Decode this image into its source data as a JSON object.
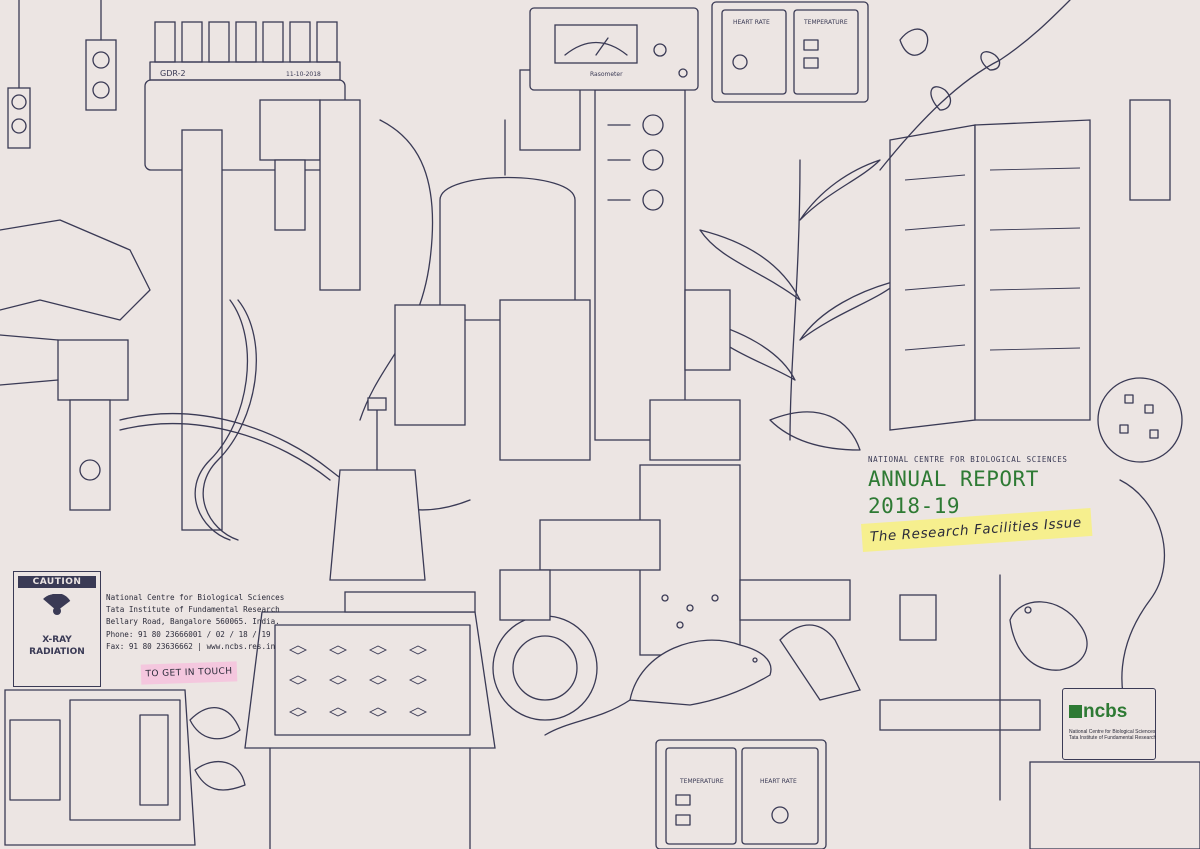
{
  "cover": {
    "org_heading": "NATIONAL CENTRE FOR BIOLOGICAL SCIENCES",
    "title_line1": "ANNUAL REPORT",
    "title_line2": "2018-19",
    "subtitle": "The Research Facilities Issue",
    "accent_color": "#2e7a34",
    "note_color": "#f6ef8e"
  },
  "contact": {
    "lines": [
      "National Centre for Biological Sciences",
      "Tata Institute of Fundamental Research",
      "Bellary Road, Bangalore 560065. India.",
      "Phone: 91 80 23666001 / 02 / 18 / 19",
      "Fax: 91 80 23636662 | www.ncbs.res.in"
    ],
    "note": "TO GET IN TOUCH",
    "note_color": "#f4c7de"
  },
  "caution_sign": {
    "header": "CAUTION",
    "line1": "X-RAY",
    "line2": "RADIATION"
  },
  "logo": {
    "wordmark": "ncbs",
    "tagline1": "National Centre for Biological Sciences",
    "tagline2": "Tata Institute of Fundamental Research"
  },
  "illustration_labels": {
    "monitor_top_left": "HEART RATE",
    "monitor_top_right": "TEMPERATURE",
    "monitor_bottom_left": "TEMPERATURE",
    "monitor_bottom_right": "HEART RATE",
    "gauge_label": "Rasometer",
    "tag_gdr": "GDR-2",
    "tag_date": "11-10-2018"
  }
}
